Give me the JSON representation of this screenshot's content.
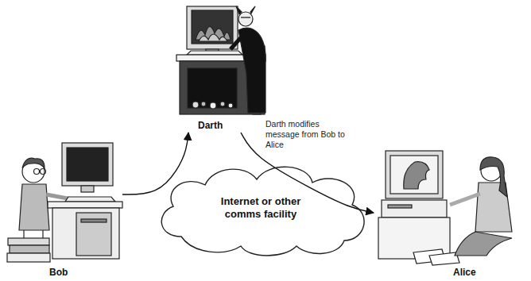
{
  "diagram": {
    "nodes": [
      {
        "text": [
          "Darth"
        ]
      },
      {
        "text": [
          "Internet or other comms facility"
        ]
      },
      {
        "text": [
          "Bob"
        ]
      },
      {
        "text": [
          "Alice"
        ]
      }
    ],
    "edges": [
      {
        "from": 2,
        "to": 0,
        "arrow": "to"
      },
      {
        "from": 0,
        "to": 3,
        "arrow": "to"
      }
    ],
    "labels": [
      "Darth modifies message from Bob to Alice"
    ]
  }
}
